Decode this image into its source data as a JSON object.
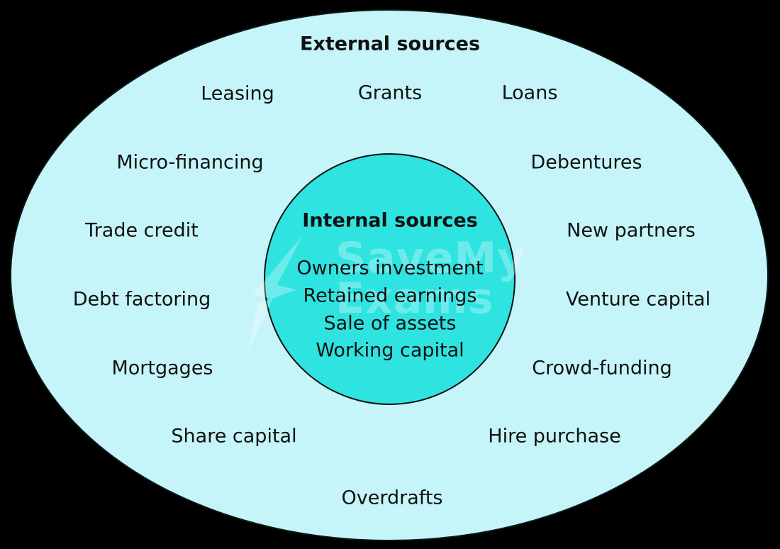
{
  "background_color": "#000000",
  "outer": {
    "title": "External sources",
    "fill_color": "#c6f5f9",
    "items": [
      "Leasing",
      "Grants",
      "Loans",
      "Micro-financing",
      "Debentures",
      "Trade credit",
      "New partners",
      "Debt factoring",
      "Venture capital",
      "Mortgages",
      "Crowd-funding",
      "Share capital",
      "Hire purchase",
      "Overdrafts"
    ]
  },
  "inner": {
    "title": "Internal sources",
    "fill_color": "#2fe3e1",
    "items": [
      "Owners investment",
      "Retained earnings",
      "Sale of assets",
      "Working capital"
    ]
  },
  "watermark": {
    "line1": "SaveMy",
    "line2": "Exams"
  },
  "text_color": "#111111"
}
